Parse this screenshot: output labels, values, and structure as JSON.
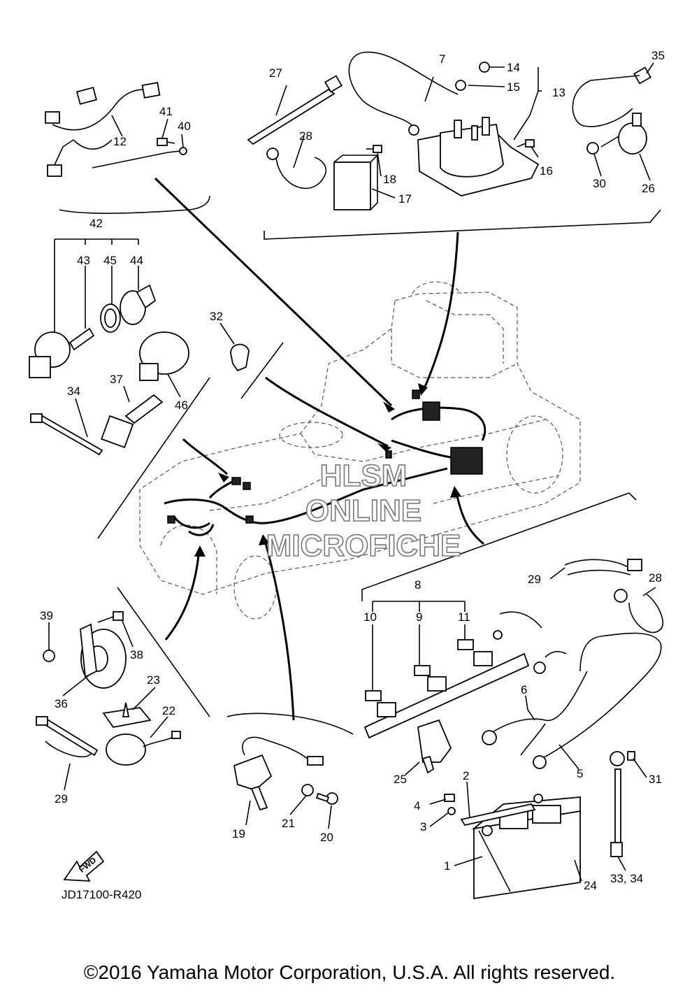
{
  "callouts": {
    "c1": "1",
    "c2": "2",
    "c3": "3",
    "c4": "4",
    "c5": "5",
    "c6": "6",
    "c7": "7",
    "c8": "8",
    "c9": "9",
    "c10": "10",
    "c11": "11",
    "c12": "12",
    "c13": "13",
    "c14": "14",
    "c15": "15",
    "c16": "16",
    "c17": "17",
    "c18": "18",
    "c19": "19",
    "c20": "20",
    "c21": "21",
    "c22": "22",
    "c23": "23",
    "c24": "24",
    "c25": "25",
    "c26": "26",
    "c27": "27",
    "c28a": "28",
    "c28b": "28",
    "c29a": "29",
    "c29b": "29",
    "c30": "30",
    "c31": "31",
    "c32": "32",
    "c33_34": "33, 34",
    "c34": "34",
    "c35": "35",
    "c36": "36",
    "c37": "37",
    "c38": "38",
    "c39": "39",
    "c40": "40",
    "c41": "41",
    "c42": "42",
    "c43": "43",
    "c44": "44",
    "c45": "45",
    "c46": "46"
  },
  "watermark": {
    "line1": "HLSM",
    "line2": "ONLINE",
    "line3": "MICROFICHE"
  },
  "fwd_label": "FWD",
  "reference_code": "JD17100-R420",
  "copyright": "©2016 Yamaha Motor Corporation, U.S.A. All rights reserved."
}
